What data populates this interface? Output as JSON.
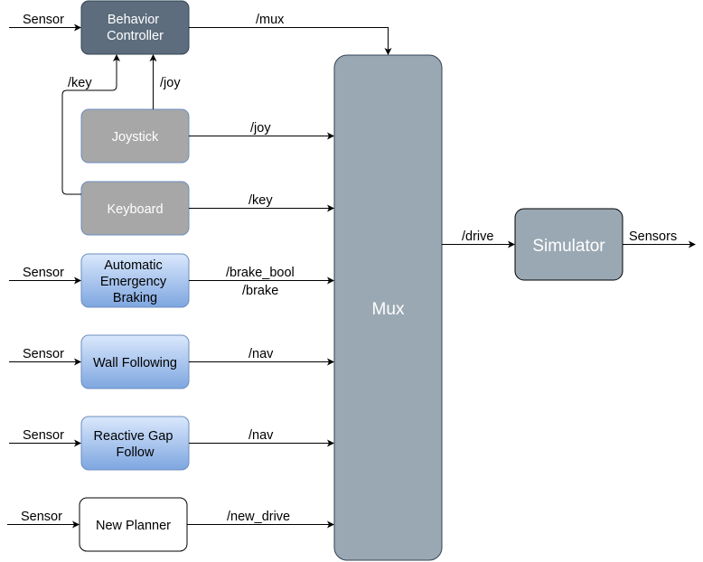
{
  "nodes": {
    "behavior_controller": [
      "Behavior",
      "Controller"
    ],
    "joystick": [
      "Joystick"
    ],
    "keyboard": [
      "Keyboard"
    ],
    "aeb": [
      "Automatic",
      "Emergency",
      "Braking"
    ],
    "wall_following": [
      "Wall Following"
    ],
    "reactive_gap_follow": [
      "Reactive Gap",
      "Follow"
    ],
    "new_planner": [
      "New Planner"
    ],
    "mux": "Mux",
    "simulator": "Simulator"
  },
  "edges": {
    "sensor": "Sensor",
    "mux": "/mux",
    "key": "/key",
    "joy": "/joy",
    "brake_bool": "/brake_bool",
    "brake": "/brake",
    "nav": "/nav",
    "new_drive": "/new_drive",
    "drive": "/drive",
    "sensors": "Sensors"
  },
  "colors": {
    "behavior_fill": "#5d6d7e",
    "gray_node_fill": "#a7a7a7",
    "blue_top": "#dae8fc",
    "blue_bottom": "#7ea6e0",
    "mux_fill": "#9aa8b3",
    "line": "#000000"
  }
}
